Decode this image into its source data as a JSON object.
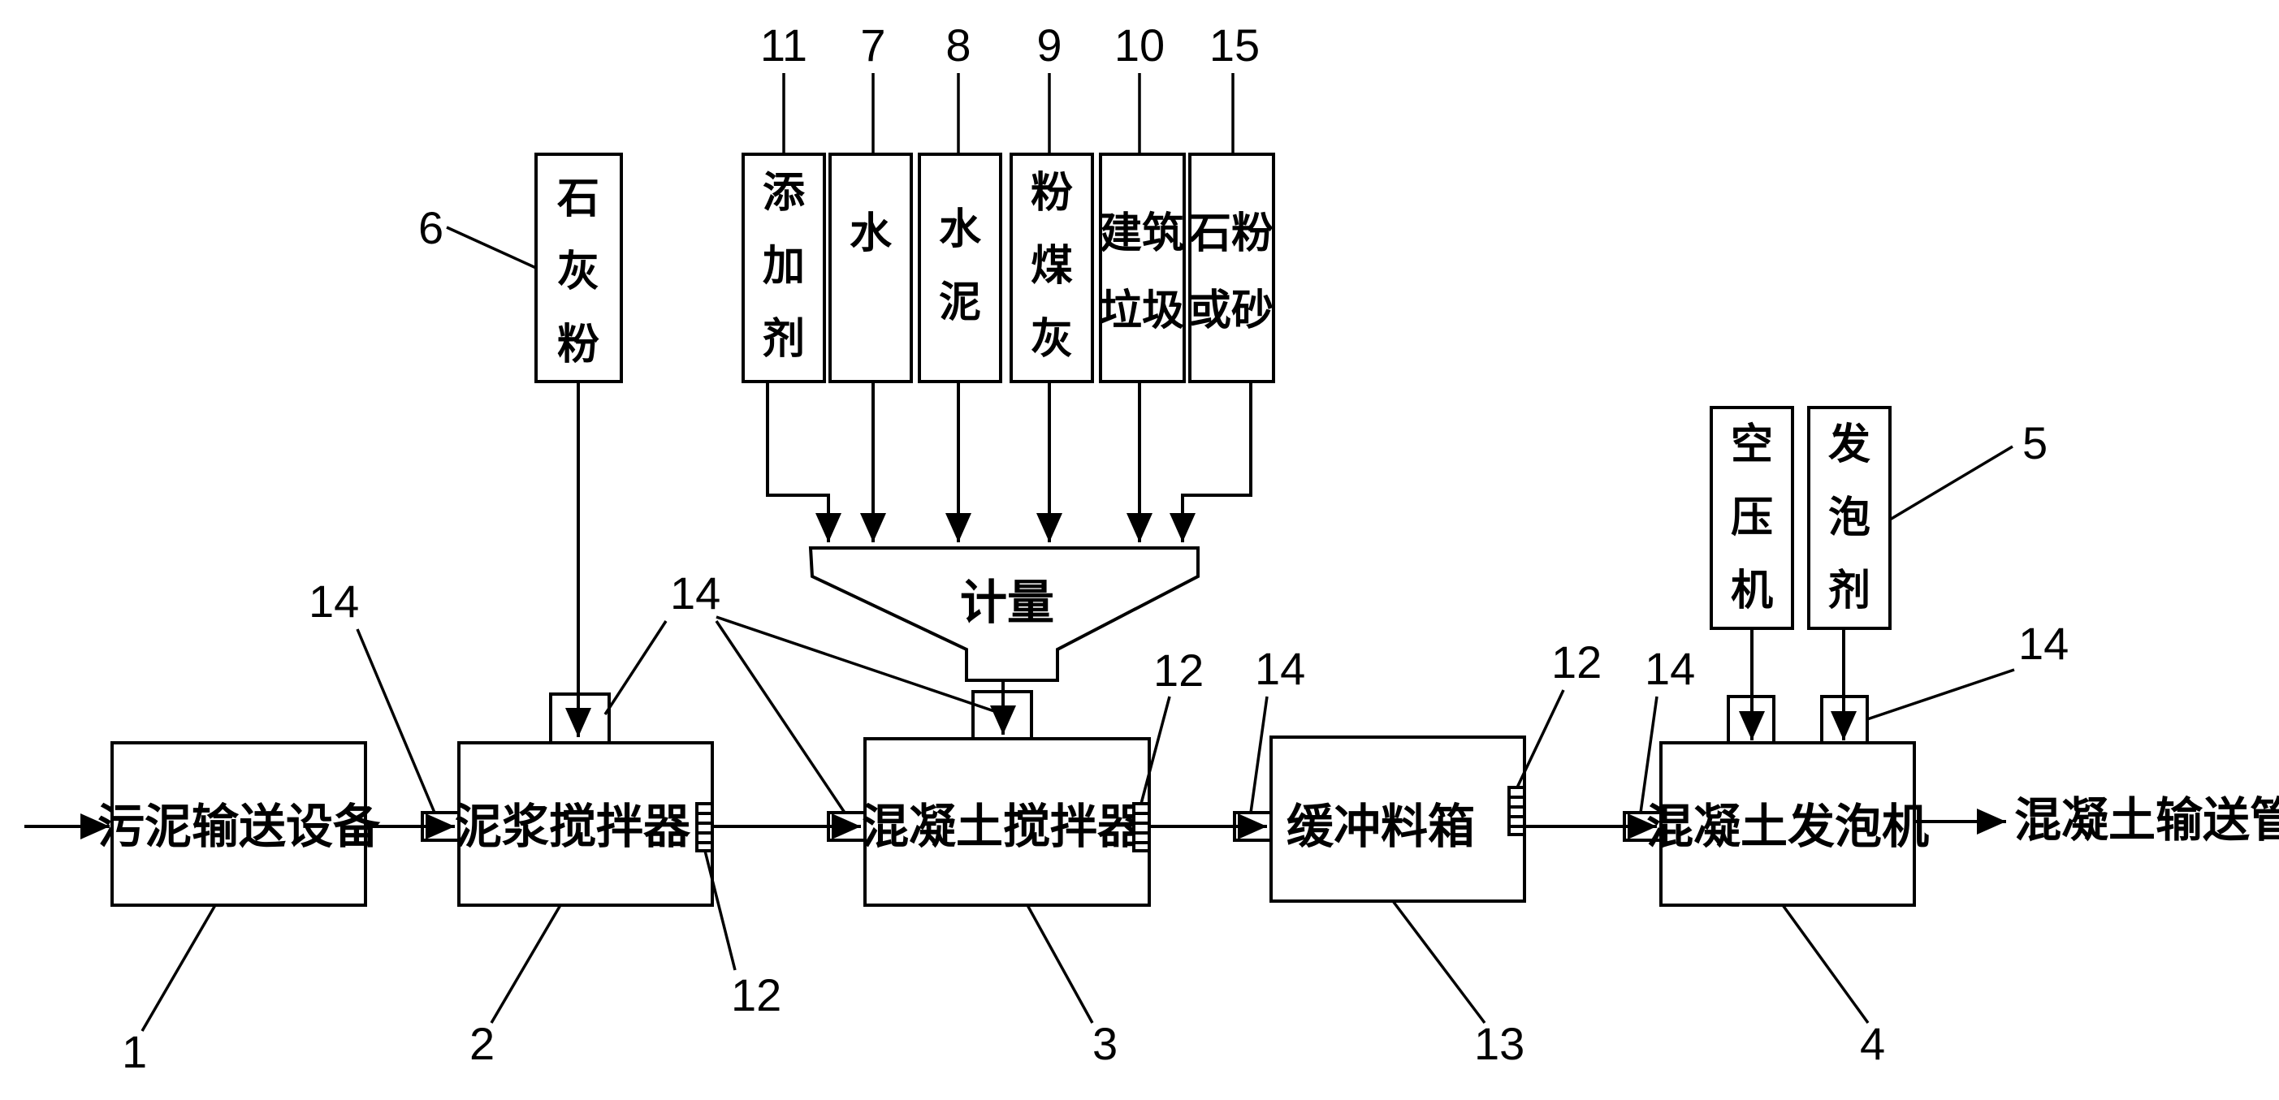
{
  "boxes": {
    "sludge_conveyor": "污泥输送设备",
    "slurry_mixer": "泥浆搅拌器",
    "concrete_mixer": "混凝土搅拌器",
    "buffer_bin": "缓冲料箱",
    "concrete_foamer": "混凝土发泡机",
    "metering": "计量",
    "output": "混凝土输送管"
  },
  "vertical_boxes": {
    "lime": [
      "石",
      "灰",
      "粉"
    ],
    "additive": [
      "添",
      "加",
      "剂"
    ],
    "water": [
      "水"
    ],
    "cement": [
      "水",
      "泥"
    ],
    "flyash": [
      "粉",
      "煤",
      "灰"
    ],
    "construction_waste": [
      "建筑",
      "垃圾"
    ],
    "stone_powder": [
      "石粉",
      "或砂"
    ],
    "air_compressor": [
      "空",
      "压",
      "机"
    ],
    "foaming_agent": [
      "发",
      "泡",
      "剂"
    ]
  },
  "numbers": {
    "n1": "1",
    "n2": "2",
    "n3": "3",
    "n4": "4",
    "n5": "5",
    "n6": "6",
    "n7": "7",
    "n8": "8",
    "n9": "9",
    "n10": "10",
    "n11": "11",
    "n12a": "12",
    "n12b": "12",
    "n12c": "12",
    "n13": "13",
    "n14a": "14",
    "n14b": "14",
    "n14c": "14",
    "n14d": "14",
    "n14e": "14",
    "n15": "15"
  }
}
